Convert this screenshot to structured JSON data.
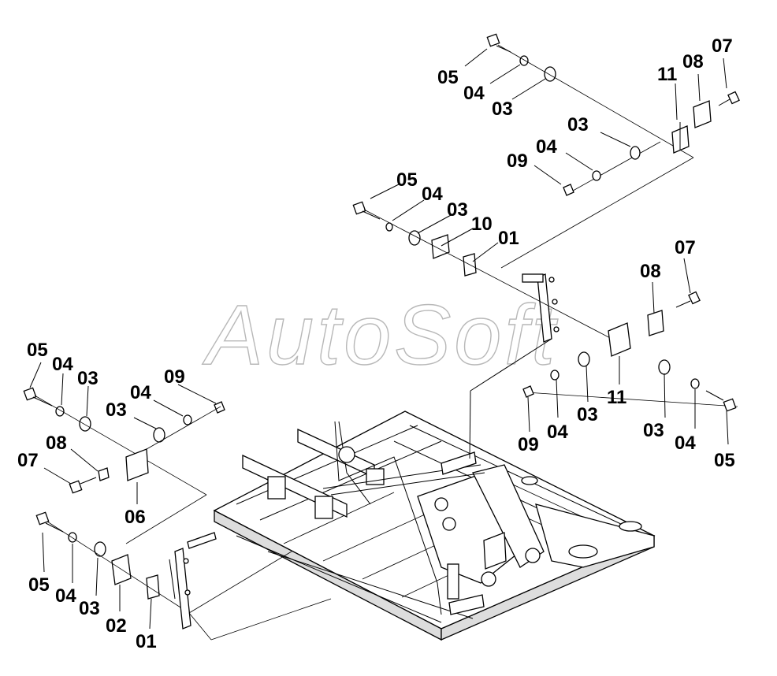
{
  "watermark": "AutoSoft",
  "callouts": [
    {
      "id": "c1",
      "text": "05"
    },
    {
      "id": "c2",
      "text": "04"
    },
    {
      "id": "c3",
      "text": "03"
    },
    {
      "id": "c4",
      "text": "11"
    },
    {
      "id": "c5",
      "text": "08"
    },
    {
      "id": "c6",
      "text": "07"
    },
    {
      "id": "c7",
      "text": "03"
    },
    {
      "id": "c8",
      "text": "04"
    },
    {
      "id": "c9",
      "text": "09"
    },
    {
      "id": "c10",
      "text": "05"
    },
    {
      "id": "c11",
      "text": "04"
    },
    {
      "id": "c12",
      "text": "03"
    },
    {
      "id": "c13",
      "text": "10"
    },
    {
      "id": "c14",
      "text": "01"
    },
    {
      "id": "c15",
      "text": "07"
    },
    {
      "id": "c16",
      "text": "08"
    },
    {
      "id": "c17",
      "text": "11"
    },
    {
      "id": "c18",
      "text": "03"
    },
    {
      "id": "c19",
      "text": "09"
    },
    {
      "id": "c20",
      "text": "04"
    },
    {
      "id": "c21",
      "text": "03"
    },
    {
      "id": "c22",
      "text": "04"
    },
    {
      "id": "c23",
      "text": "05"
    },
    {
      "id": "c24",
      "text": "05"
    },
    {
      "id": "c25",
      "text": "04"
    },
    {
      "id": "c26",
      "text": "03"
    },
    {
      "id": "c27",
      "text": "09"
    },
    {
      "id": "c28",
      "text": "04"
    },
    {
      "id": "c29",
      "text": "03"
    },
    {
      "id": "c30",
      "text": "08"
    },
    {
      "id": "c31",
      "text": "07"
    },
    {
      "id": "c32",
      "text": "06"
    },
    {
      "id": "c33",
      "text": "05"
    },
    {
      "id": "c34",
      "text": "04"
    },
    {
      "id": "c35",
      "text": "03"
    },
    {
      "id": "c36",
      "text": "02"
    },
    {
      "id": "c37",
      "text": "01"
    }
  ]
}
